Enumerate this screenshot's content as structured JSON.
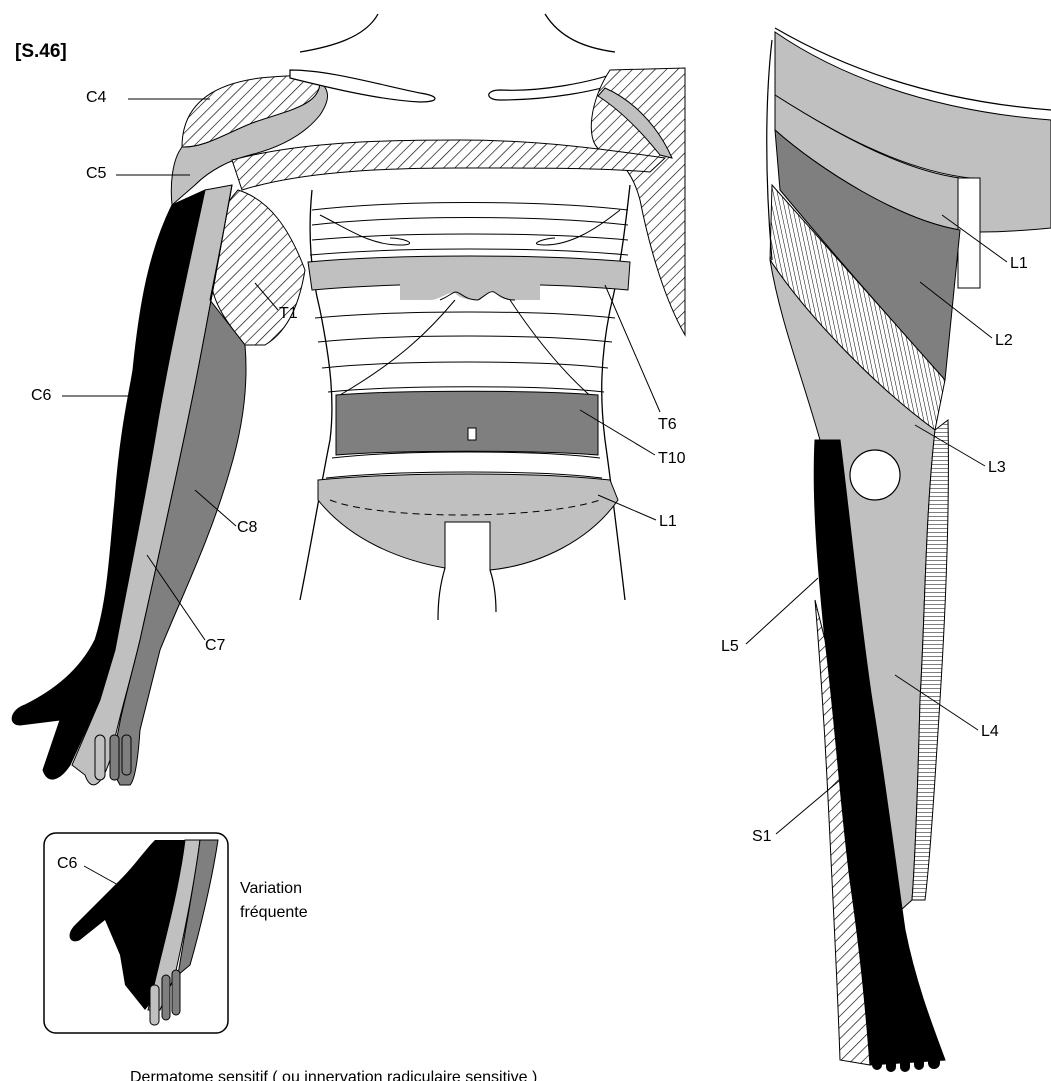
{
  "figure": {
    "id_label": "[S.46]",
    "caption": "Dermatome sensitif  ( ou innervation radiculaire sensitive )",
    "inset_label": "C6",
    "inset_note_line1": "Variation",
    "inset_note_line2": "fréquente"
  },
  "labels": {
    "c4": "C4",
    "c5": "C5",
    "c6": "C6",
    "c7": "C7",
    "c8": "C8",
    "t1": "T1",
    "t6": "T6",
    "t10": "T10",
    "l1_torso": "L1",
    "l1_leg": "L1",
    "l2": "L2",
    "l3": "L3",
    "l4": "L4",
    "l5": "L5",
    "s1": "S1"
  },
  "colors": {
    "black": "#000000",
    "dark_gray": "#7f7f7f",
    "light_gray": "#c0c0c0",
    "white": "#ffffff"
  },
  "icons": {
    "arrow": "arrow-icon"
  }
}
